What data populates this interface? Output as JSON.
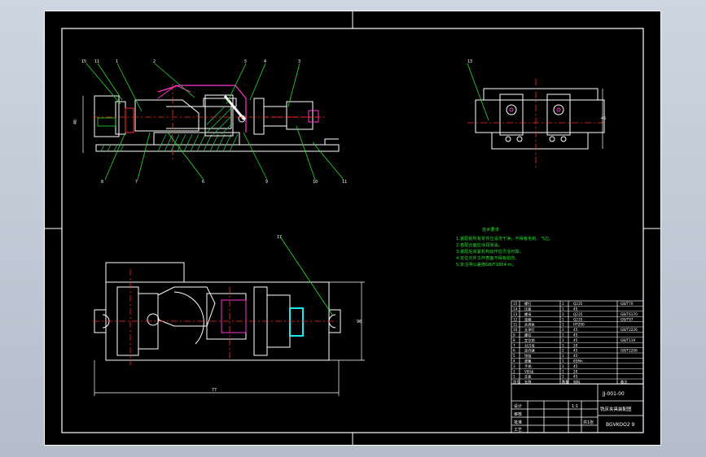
{
  "drawing": {
    "title_block": {
      "drawing_number": "JJ-001-00",
      "drawing_name": "铣床夹具装配图",
      "code": "BGVKOO2 9",
      "scale": "1:1",
      "sheet": "共1张",
      "labels": {
        "designer": "设计",
        "checker": "审核",
        "approver": "批准",
        "process": "工艺"
      }
    },
    "part_numbers_front": [
      "15",
      "11",
      "1",
      "2",
      "5",
      "4",
      "3",
      "8",
      "7",
      "6",
      "9",
      "10",
      "11"
    ],
    "part_numbers_side": [
      "13"
    ],
    "part_numbers_top": [
      "17"
    ],
    "dimensions": {
      "top_view_length": "77",
      "top_view_height": "96",
      "side_view_height": "46",
      "front_view_height": "46"
    },
    "tech_notes_title": "技术要求",
    "tech_notes": [
      "1.装配前所有零件应清洗干净，不得有毛刺、飞边。",
      "2.各配合面应涂润滑油。",
      "3.装配后夹紧机构动作应灵活可靠。",
      "4.定位元件工作表面不得有损伤。",
      "5.未注明公差按GB/T1804-m。"
    ],
    "bom_rows": [
      [
        "15",
        "螺钉",
        "1",
        "Q235",
        "GB/T70"
      ],
      [
        "14",
        "压板",
        "1",
        "45",
        ""
      ],
      [
        "13",
        "螺母",
        "1",
        "Q235",
        "GB/T6170"
      ],
      [
        "12",
        "垫圈",
        "1",
        "Q235",
        "GB/T97"
      ],
      [
        "11",
        "夹具体",
        "1",
        "HT200",
        ""
      ],
      [
        "10",
        "支承钉",
        "2",
        "45",
        "GB/T2226"
      ],
      [
        "9",
        "螺柱",
        "1",
        "45",
        ""
      ],
      [
        "8",
        "定位销",
        "1",
        "45",
        "GB/T119"
      ],
      [
        "7",
        "对刀块",
        "1",
        "20",
        ""
      ],
      [
        "6",
        "定向键",
        "2",
        "45",
        "GB/T2206"
      ],
      [
        "5",
        "铰链",
        "1",
        "45",
        ""
      ],
      [
        "4",
        "弹簧",
        "1",
        "65Mn",
        ""
      ],
      [
        "3",
        "手柄",
        "1",
        "45",
        ""
      ],
      [
        "2",
        "V形块",
        "1",
        "20",
        ""
      ],
      [
        "1",
        "支板",
        "1",
        "45",
        ""
      ]
    ],
    "bom_header": [
      "序号",
      "名称",
      "数量",
      "材料",
      "备注"
    ],
    "colors": {
      "line_white": "#ffffff",
      "line_red": "#ff2a2a",
      "line_green": "#22e02a",
      "line_magenta": "#ff33cc",
      "line_cyan": "#22e6f0",
      "line_yellow": "#e9e635",
      "hatch_green": "#1ec45a"
    }
  }
}
